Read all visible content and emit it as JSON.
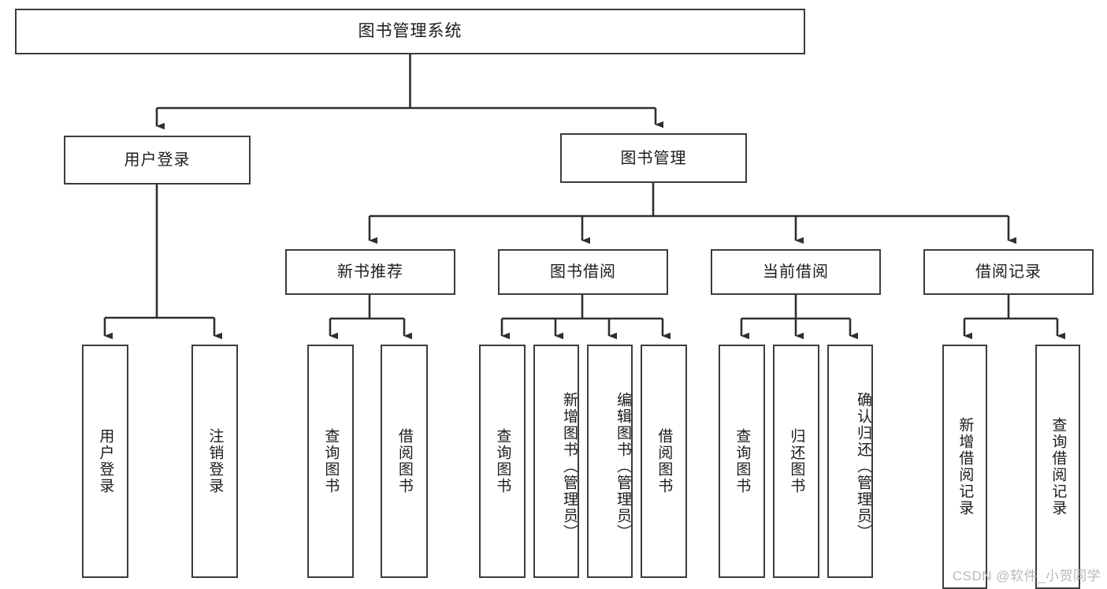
{
  "diagram": {
    "title": "图书管理系统",
    "type": "hierarchy-tree",
    "colors": {
      "box_border": "#3c3c3c",
      "box_fill": "#ffffff",
      "connector": "#2f2f2f",
      "text": "#1c1c1c",
      "watermark": "#b9b9b9"
    },
    "levels": {
      "root": {
        "label": "图书管理系统"
      },
      "level2": [
        {
          "id": "user-login",
          "label": "用户登录"
        },
        {
          "id": "book-management",
          "label": "图书管理"
        }
      ],
      "level3": [
        {
          "id": "new-book-recommend",
          "label": "新书推荐"
        },
        {
          "id": "book-borrow",
          "label": "图书借阅"
        },
        {
          "id": "current-borrow",
          "label": "当前借阅"
        },
        {
          "id": "borrow-record",
          "label": "借阅记录"
        }
      ],
      "leaves": [
        {
          "id": "leaf-user-login",
          "label": "用户登录",
          "parent": "user-login"
        },
        {
          "id": "leaf-logout",
          "label": "注销登录",
          "parent": "user-login"
        },
        {
          "id": "leaf-query-book-1",
          "label": "查询图书",
          "parent": "new-book-recommend"
        },
        {
          "id": "leaf-borrow-book-1",
          "label": "借阅图书",
          "parent": "new-book-recommend"
        },
        {
          "id": "leaf-query-book-2",
          "label": "查询图书",
          "parent": "book-borrow"
        },
        {
          "id": "leaf-add-book",
          "label": "新增图书（管理员）",
          "parent": "book-borrow"
        },
        {
          "id": "leaf-edit-book",
          "label": "编辑图书（管理员）",
          "parent": "book-borrow"
        },
        {
          "id": "leaf-borrow-book-2",
          "label": "借阅图书",
          "parent": "book-borrow"
        },
        {
          "id": "leaf-query-book-3",
          "label": "查询图书",
          "parent": "current-borrow"
        },
        {
          "id": "leaf-return-book",
          "label": "归还图书",
          "parent": "current-borrow"
        },
        {
          "id": "leaf-confirm-return",
          "label": "确认归还（管理员）",
          "parent": "current-borrow"
        },
        {
          "id": "leaf-add-record",
          "label": "新增借阅记录",
          "parent": "borrow-record"
        },
        {
          "id": "leaf-query-record",
          "label": "查询借阅记录",
          "parent": "borrow-record"
        }
      ]
    }
  },
  "watermark": {
    "text": "CSDN @软件_小贺同学"
  }
}
